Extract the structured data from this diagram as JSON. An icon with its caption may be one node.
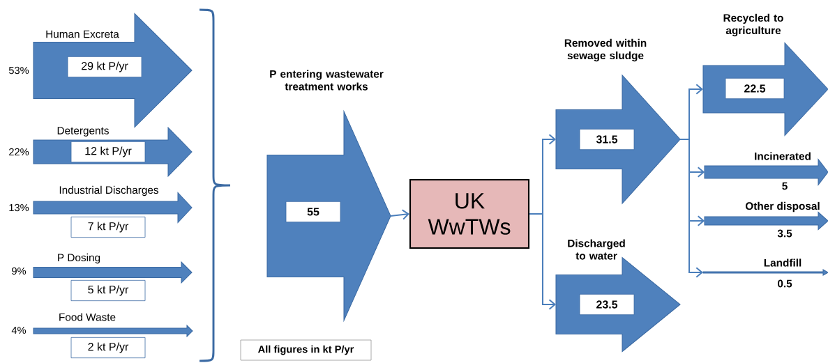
{
  "diagram": {
    "nodes": [
      {
        "text": [
          "Human Excreta",
          "29 kt P/yr"
        ],
        "beside": [
          "53%"
        ]
      },
      {
        "text": [
          "Detergents",
          "12 kt P/yr"
        ],
        "beside": [
          "22%"
        ]
      },
      {
        "text": [
          "Industrial Discharges",
          "7 kt P/yr"
        ],
        "beside": [
          "13%"
        ]
      },
      {
        "text": [
          "P Dosing",
          "5 kt P/yr"
        ],
        "beside": [
          "9%"
        ]
      },
      {
        "text": [
          "Food Waste",
          "2 kt P/yr"
        ],
        "beside": [
          "4%"
        ]
      },
      {
        "text": [
          "P entering wastewater treatment works",
          "55"
        ]
      },
      {
        "text": [
          "UK WwTWs"
        ]
      },
      {
        "text": [
          "Removed within sewage sludge",
          "31.5"
        ]
      },
      {
        "text": [
          "Discharged to water",
          "23.5"
        ]
      },
      {
        "text": [
          "Recycled to agriculture",
          "22.5"
        ]
      },
      {
        "text": [
          "Incinerated",
          "5"
        ]
      },
      {
        "text": [
          "Other disposal",
          "3.5"
        ]
      },
      {
        "text": [
          "Landfill",
          "0.5"
        ]
      },
      {
        "text": [
          "All figures in kt P/yr"
        ]
      }
    ],
    "edges": [
      {
        "from": 5,
        "to": 6,
        "arrow": "to"
      },
      {
        "from": 6,
        "to": 7,
        "arrow": "to"
      },
      {
        "from": 6,
        "to": 8,
        "arrow": "to"
      },
      {
        "from": 7,
        "to": 9,
        "arrow": "to"
      },
      {
        "from": 7,
        "to": 10,
        "arrow": "to"
      },
      {
        "from": 7,
        "to": 11,
        "arrow": "to"
      },
      {
        "from": 7,
        "to": 12,
        "arrow": "to"
      }
    ]
  }
}
